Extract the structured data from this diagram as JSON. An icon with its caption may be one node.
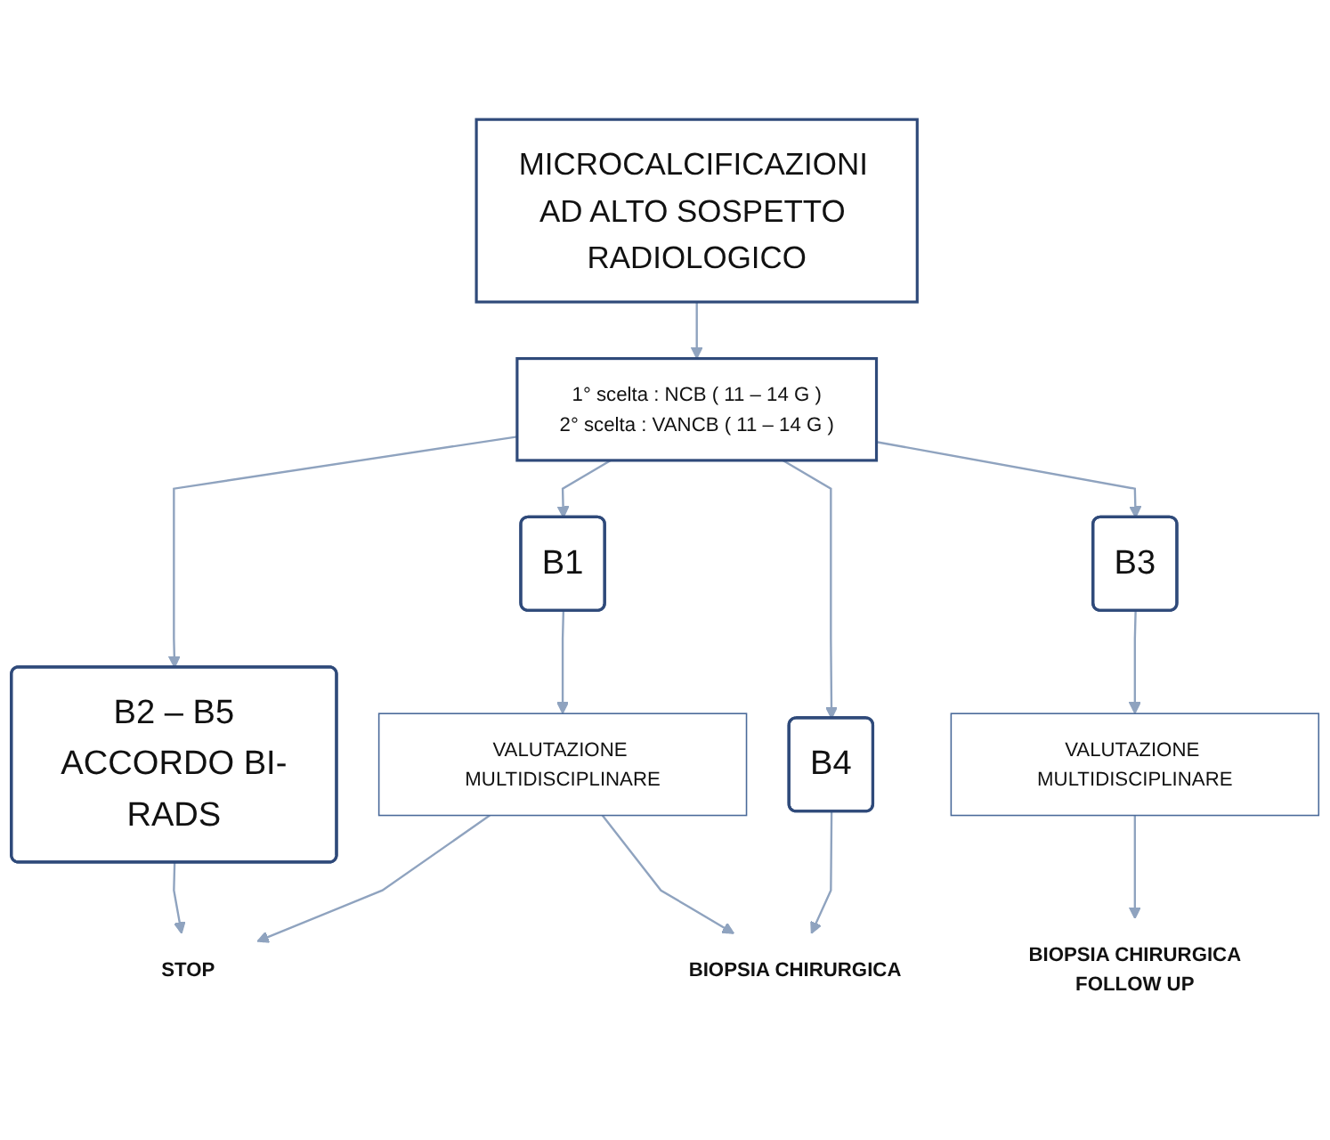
{
  "diagram": {
    "nodes": [
      {
        "text": [
          "MICROCALCIFICAZIONI AD ALTO SOSPETTO RADIOLOGICO"
        ]
      },
      {
        "text": [
          "1°  scelta : NCB  ( 11 – 14 G )",
          "2° scelta : VANCB ( 11 – 14 G )"
        ]
      },
      {
        "text": [
          "B2 – B5",
          "ACCORDO BI-RADS"
        ]
      },
      {
        "text": [
          "B1"
        ]
      },
      {
        "text": [
          "B4"
        ]
      },
      {
        "text": [
          "B3"
        ]
      },
      {
        "text": [
          "VALUTAZIONE MULTIDISCIPLINARE"
        ]
      },
      {
        "text": [
          "VALUTAZIONE MULTIDISCIPLINARE"
        ]
      },
      {
        "text": [
          "STOP"
        ]
      },
      {
        "text": [
          "BIOPSIA CHIRURGICA"
        ]
      },
      {
        "text": [
          "BIOPSIA CHIRURGICA",
          "FOLLOW UP"
        ]
      }
    ],
    "edges": [
      {
        "from": 0,
        "to": 1,
        "arrow": "to"
      },
      {
        "from": 1,
        "to": 2,
        "arrow": "to"
      },
      {
        "from": 1,
        "to": 3,
        "arrow": "to"
      },
      {
        "from": 1,
        "to": 4,
        "arrow": "to"
      },
      {
        "from": 1,
        "to": 5,
        "arrow": "to"
      },
      {
        "from": 2,
        "to": 8,
        "arrow": "to"
      },
      {
        "from": 3,
        "to": 6,
        "arrow": "to"
      },
      {
        "from": 6,
        "to": 8,
        "arrow": "to"
      },
      {
        "from": 6,
        "to": 9,
        "arrow": "to"
      },
      {
        "from": 4,
        "to": 9,
        "arrow": "to"
      },
      {
        "from": 5,
        "to": 7,
        "arrow": "to"
      },
      {
        "from": 7,
        "to": 10,
        "arrow": "to"
      }
    ]
  }
}
